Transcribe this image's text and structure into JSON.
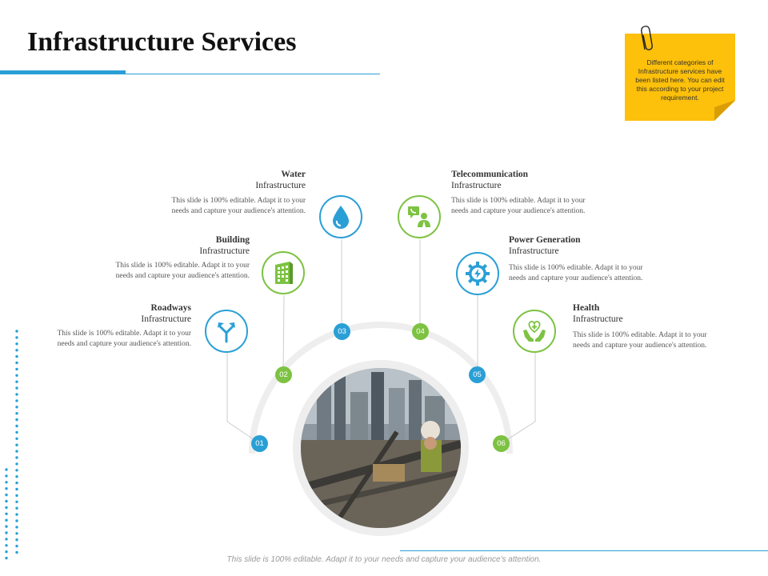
{
  "title": "Infrastructure Services",
  "note": "Different categories of Infrastructure services have been listed here. You can edit this according to your project requirement.",
  "description": "This slide is 100% editable. Adapt it to your needs and capture your audience's attention.",
  "footer": "This slide is 100% editable. Adapt it to your needs and capture your audience's attention.",
  "colors": {
    "blue": "#2a9fd6",
    "green": "#7dc242",
    "note": "#fdc00b"
  },
  "items": [
    {
      "num": "01",
      "bold": "Roadways",
      "sub": "Infrastructure",
      "icon": "fork-arrow-icon",
      "color": "blue"
    },
    {
      "num": "02",
      "bold": "Building",
      "sub": "Infrastructure",
      "icon": "building-icon",
      "color": "green"
    },
    {
      "num": "03",
      "bold": "Water",
      "sub": "Infrastructure",
      "icon": "water-drop-icon",
      "color": "blue"
    },
    {
      "num": "04",
      "bold": "Telecommunication",
      "sub": "Infrastructure",
      "icon": "telecom-person-icon",
      "color": "green"
    },
    {
      "num": "05",
      "bold": "Power Generation",
      "sub": "Infrastructure",
      "icon": "power-gear-icon",
      "color": "blue"
    },
    {
      "num": "06",
      "bold": "Health",
      "sub": "Infrastructure",
      "icon": "health-hands-icon",
      "color": "green"
    }
  ]
}
